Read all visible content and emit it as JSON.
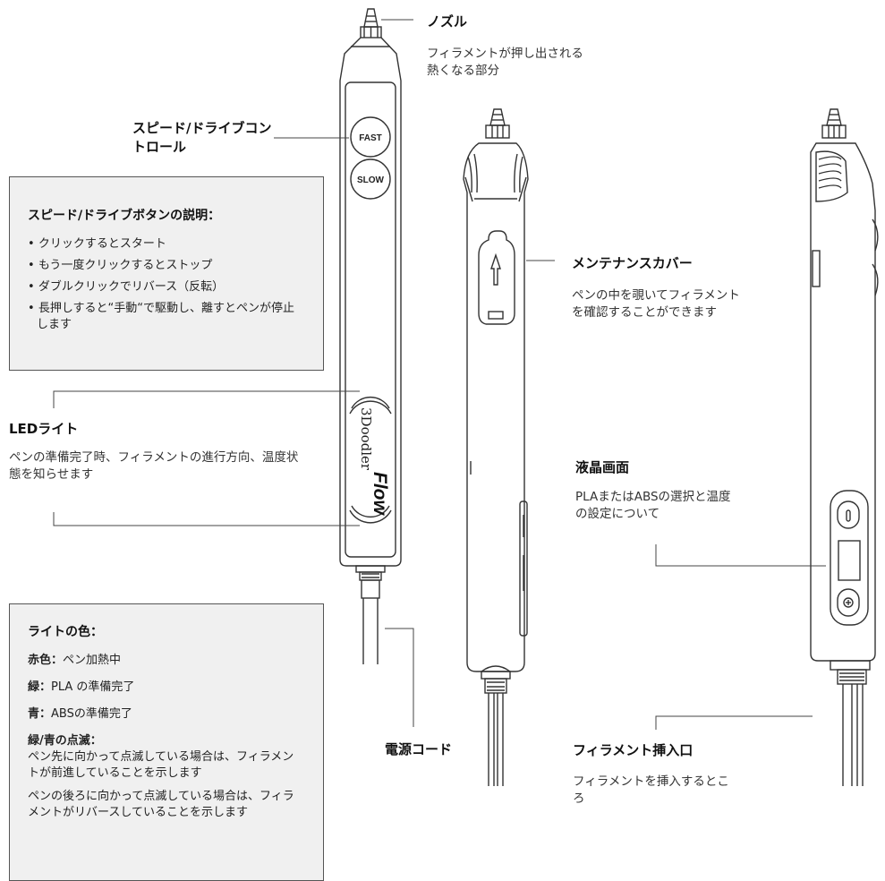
{
  "nozzle": {
    "title": "ノズル",
    "desc": "フィラメントが押し出される熱くなる部分"
  },
  "speed_control": {
    "title": "スピード/ドライブコントロール"
  },
  "buttons": {
    "fast": "FAST",
    "slow": "SLOW"
  },
  "brand": {
    "logo_text": "3Doodler",
    "model": "Flow"
  },
  "speed_box": {
    "title": "スピード/ドライブボタンの説明：",
    "items": [
      "クリックするとスタート",
      "もう一度クリックするとストップ",
      "ダブルクリックでリバース（反転）",
      "長押しすると“手動“で駆動し、離すとペンが停止します"
    ]
  },
  "led": {
    "title": "LEDライト",
    "desc": "ペンの準備完了時、フィラメントの進行方向、温度状態を知らせます"
  },
  "light_box": {
    "title": "ライトの色：",
    "red_label": "赤色：",
    "red_text": "ペン加熱中",
    "green_label": "緑：",
    "green_text": "PLA の準備完了",
    "blue_label": "青：",
    "blue_text": "ABSの準備完了",
    "blink_label": "緑/青の点滅：",
    "blink_text_1": "ペン先に向かって点滅している場合は、フィラメントが前進していることを示します",
    "blink_text_2": "ペンの後ろに向かって点滅している場合は、フィラメントがリバースしていることを示します"
  },
  "maintenance": {
    "title": "メンテナンスカバー",
    "desc": "ペンの中を覗いてフィラメントを確認することができます"
  },
  "power": {
    "title": "電源コード"
  },
  "lcd": {
    "title": "液晶画面",
    "desc": "PLAまたはABSの選択と温度の設定について"
  },
  "filament_port": {
    "title": "フィラメント挿入口",
    "desc": "フィラメントを挿入するところ"
  },
  "colors": {
    "line": "#333333",
    "box_bg": "#f0f0f0"
  }
}
